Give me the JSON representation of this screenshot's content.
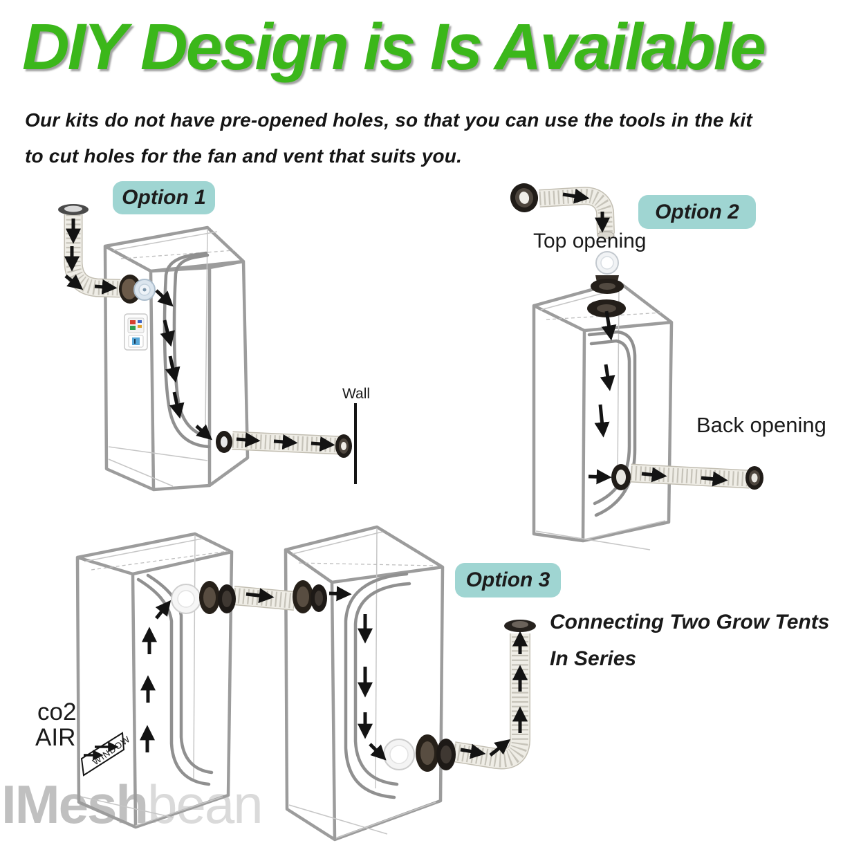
{
  "header": {
    "title": "DIY Design is Is Available",
    "subtitle_line1": "Our kits do not have pre-opened holes, so that you can use the tools in the kit",
    "subtitle_line2": "to cut holes for the fan and vent that suits you."
  },
  "options": {
    "one": "Option 1",
    "two": "Option 2",
    "three": "Option 3"
  },
  "labels": {
    "wall": "Wall",
    "top_opening": "Top opening",
    "back_opening": "Back opening",
    "co2": "co2",
    "air": "AIR",
    "window": "WINDOW",
    "connect_line1": "Connecting Two Grow Tents",
    "connect_line2": "In Series"
  },
  "watermark": {
    "part_bold": "IMesh",
    "part_light": "bean"
  },
  "colors": {
    "title_green": "#3bb71a",
    "badge_teal": "#9fd5d2",
    "text_dark": "#1a1a1a",
    "tent_gray": "#9c9c9c",
    "arrow_black": "#131313",
    "duct_beige": "#efede6",
    "flange_dark": "#262019",
    "fan_blue": "#dbe5ee",
    "watermark_bold": "#c0c0c0",
    "watermark_light": "#dadada"
  }
}
